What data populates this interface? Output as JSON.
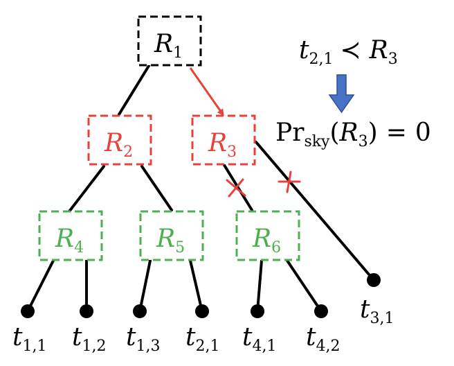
{
  "colors": {
    "root": "#000000",
    "pruned": "#e8403a",
    "normal": "#4caf50",
    "arrow_down": "#4a72c4",
    "arrow_down_edge": "#2f4f8f"
  },
  "nodes": [
    {
      "id": "R1",
      "main": "R",
      "sub": "1",
      "status": "root"
    },
    {
      "id": "R2",
      "main": "R",
      "sub": "2",
      "status": "pruned"
    },
    {
      "id": "R3",
      "main": "R",
      "sub": "3",
      "status": "pruned"
    },
    {
      "id": "R4",
      "main": "R",
      "sub": "4",
      "status": "normal"
    },
    {
      "id": "R5",
      "main": "R",
      "sub": "5",
      "status": "normal"
    },
    {
      "id": "R6",
      "main": "R",
      "sub": "6",
      "status": "normal"
    }
  ],
  "leaves": [
    {
      "id": "t11",
      "main": "t",
      "sub": "1,1"
    },
    {
      "id": "t12",
      "main": "t",
      "sub": "1,2"
    },
    {
      "id": "t13",
      "main": "t",
      "sub": "1,3"
    },
    {
      "id": "t21",
      "main": "t",
      "sub": "2,1"
    },
    {
      "id": "t41",
      "main": "t",
      "sub": "4,1"
    },
    {
      "id": "t42",
      "main": "t",
      "sub": "4,2"
    },
    {
      "id": "t31",
      "main": "t",
      "sub": "3,1"
    }
  ],
  "annotations": {
    "dominance": {
      "lhs_main": "t",
      "lhs_sub": "2,1",
      "relation": "≺",
      "rhs_main": "R",
      "rhs_sub": "3"
    },
    "probability": {
      "func": "Pr",
      "func_sub": "sky",
      "open": "(",
      "arg_main": "R",
      "arg_sub": "3",
      "close": ")",
      "equals": "=",
      "value": "0"
    }
  }
}
